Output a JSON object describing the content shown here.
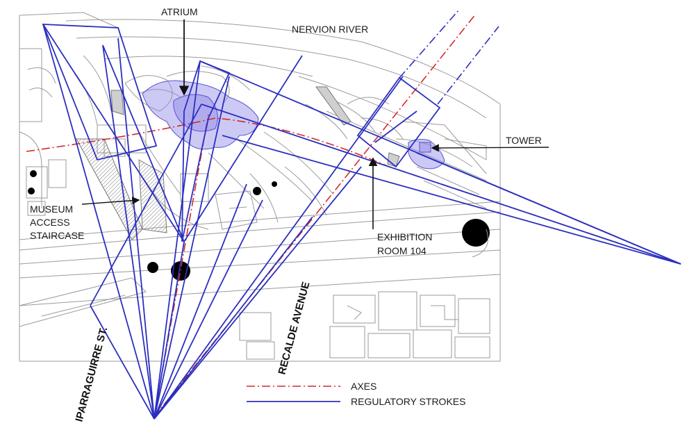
{
  "labels": {
    "atrium": "ATRIUM",
    "river": "NERVION RIVER",
    "tower": "TOWER",
    "staircase_line1": "MUSEUM",
    "staircase_line2": "ACCESS",
    "staircase_line3": "STAIRCASE",
    "exhibition_line1": "EXHIBITION",
    "exhibition_line2": "ROOM 104",
    "street_iparraguirre": "IPARRAGUIRRE ST.",
    "street_recalde": "RECALDE AVENUE"
  },
  "legend": {
    "axes": "AXES",
    "strokes": "REGULATORY STROKES"
  },
  "colors": {
    "axes": "#d42a2a",
    "strokes": "#2b2fbf",
    "zones": "#8f88e8"
  }
}
